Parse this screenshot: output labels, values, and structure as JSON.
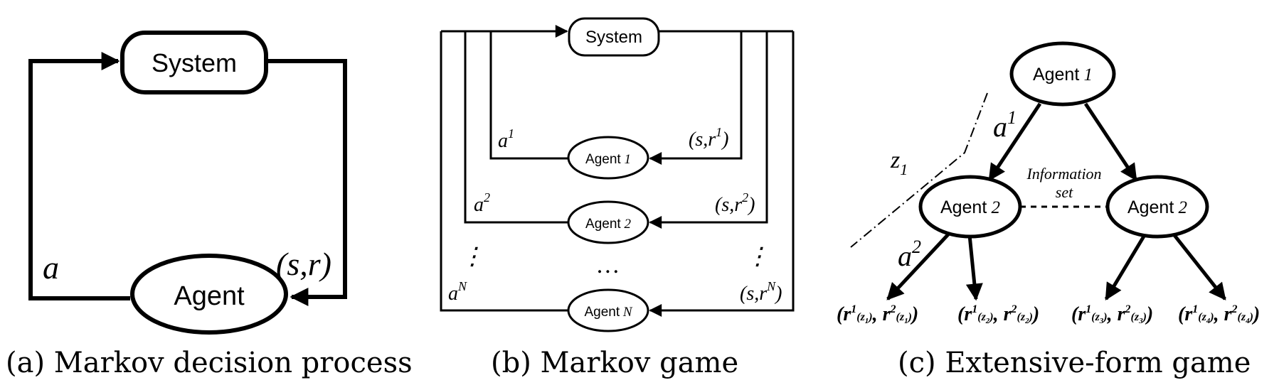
{
  "panel_a": {
    "system": "System",
    "agent": "Agent",
    "action_label": "a",
    "feedback_label": "(s,r)",
    "caption": "(a) Markov decision process"
  },
  "panel_b": {
    "system": "System",
    "agents": [
      {
        "name": "Agent",
        "index": "1",
        "action": "a",
        "action_sup": "1",
        "fb_open": "(s,r",
        "fb_sup": "1",
        "fb_close": ")"
      },
      {
        "name": "Agent",
        "index": "2",
        "action": "a",
        "action_sup": "2",
        "fb_open": "(s,r",
        "fb_sup": "2",
        "fb_close": ")"
      },
      {
        "name": "Agent",
        "index": "N",
        "action": "a",
        "action_sup": "N",
        "fb_open": "(s,r",
        "fb_sup": "N",
        "fb_close": ")"
      }
    ],
    "vdots": "⋮",
    "hdots": "…",
    "caption": "(b) Markov game"
  },
  "panel_c": {
    "root": {
      "name": "Agent",
      "index": "1"
    },
    "left": {
      "name": "Agent",
      "index": "2"
    },
    "right": {
      "name": "Agent",
      "index": "2"
    },
    "edge_a1": {
      "base": "a",
      "sup": "1"
    },
    "edge_a2": {
      "base": "a",
      "sup": "2"
    },
    "z_label": {
      "base": "z",
      "sub": "1"
    },
    "info_set": [
      "Information",
      "set"
    ],
    "leaves": [
      {
        "z": "z1"
      },
      {
        "z": "z2"
      },
      {
        "z": "z3"
      },
      {
        "z": "z4"
      }
    ],
    "leaf_parts": {
      "open": "(",
      "r": "r",
      "sup1": "1",
      "sup2": "2",
      "comma": ", ",
      "close": ")"
    },
    "leaf_z": [
      {
        "base": "z",
        "sub": "1"
      },
      {
        "base": "z",
        "sub": "2"
      },
      {
        "base": "z",
        "sub": "3"
      },
      {
        "base": "z",
        "sub": "4"
      }
    ],
    "caption": "(c) Extensive-form game"
  }
}
